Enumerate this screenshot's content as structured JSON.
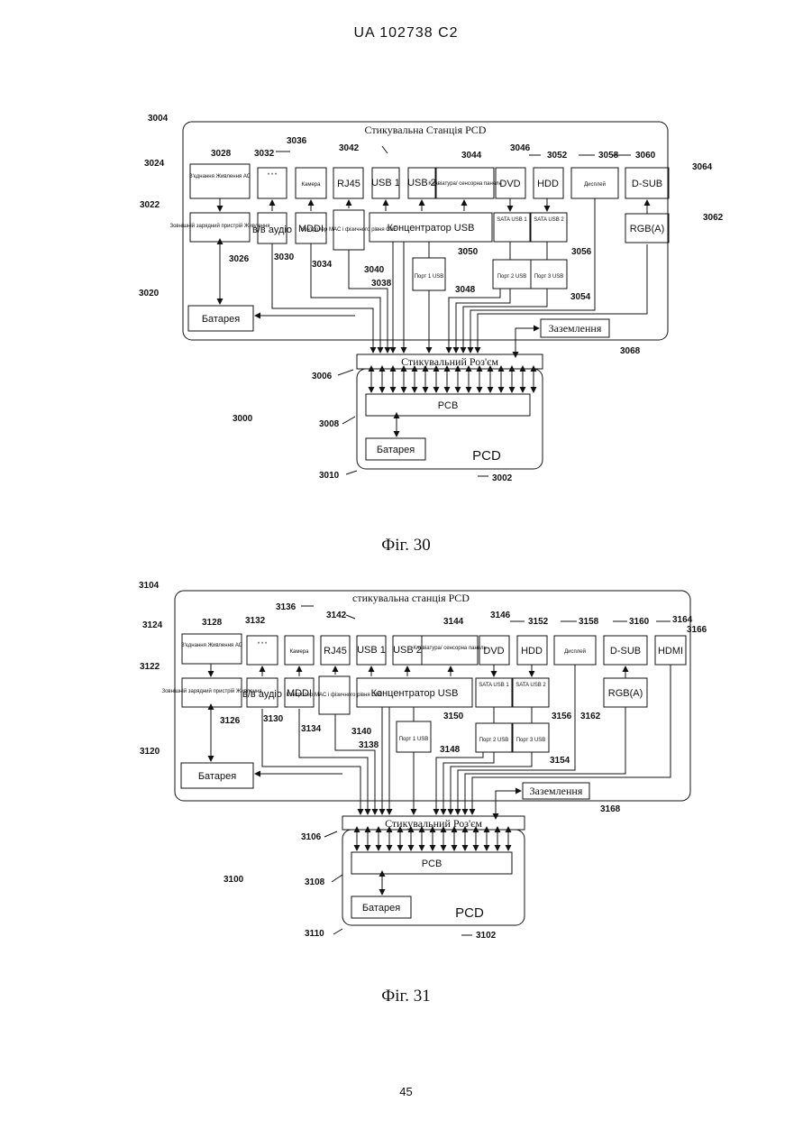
{
  "header": "UA   102738   C2",
  "page_number": "45",
  "figures": [
    {
      "caption": "Фіг. 30",
      "station_title": "Стикувальна Станція PCD",
      "labels": {
        "ac_power": "З'єднання Живлення АС",
        "battery_charge": "Зовнішній зарядний пристрій Живлення",
        "av_jack": "* * *",
        "av": "в/в аудіо",
        "camera": "Камера",
        "mddi": "MDDI",
        "rj45": "RJ45",
        "mac": "Контролер MAC і фізичного рівня GbE",
        "usb1": "USB 1",
        "usb2": "USB 2",
        "keyboard": "Клавіатура/ сенсорна панель",
        "dvd": "DVD",
        "hdd": "HDD",
        "display": "Дисплей",
        "dsub": "D-SUB",
        "rgb": "RGB(A)",
        "hub": "Концентратор USB",
        "sata1": "SATA USB 1",
        "sata2": "SATA USB 2",
        "port1": "Порт 1 USB",
        "port2": "Порт 2 USB",
        "port3": "Порт 3 USB",
        "battery": "Батарея",
        "ground": "Заземлення",
        "connector": "Стикувальний Роз'єм",
        "pcb": "PCB",
        "pcd_battery": "Батарея",
        "pcd": "PCD"
      },
      "refs": [
        "3004",
        "3024",
        "3022",
        "3020",
        "3028",
        "3032",
        "3036",
        "3042",
        "3044",
        "3046",
        "3052",
        "3058",
        "3060",
        "3064",
        "3062",
        "3026",
        "3030",
        "3034",
        "3040",
        "3038",
        "3050",
        "3056",
        "3048",
        "3054",
        "3068",
        "3006",
        "3000",
        "3008",
        "3010",
        "3002"
      ]
    },
    {
      "caption": "Фіг. 31",
      "station_title": "стикувальна станція PCD",
      "labels": {
        "ac_power": "З'єднання Живлення АС",
        "battery_charge": "Зовнішній зарядний пристрій Живлення",
        "av_jack": "* * *",
        "av": "в/в аудіо",
        "camera": "Камера",
        "mddi": "MDDI",
        "rj45": "RJ45",
        "mac": "Контролер MAC і фізичного рівня GbE",
        "usb1": "USB 1",
        "usb2": "USB 2",
        "keyboard": "Клавіатура/ сенсорна панель",
        "dvd": "DVD",
        "hdd": "HDD",
        "display": "Дисплей",
        "dsub": "D-SUB",
        "hdmi": "HDMI",
        "rgb": "RGB(A)",
        "hub": "Концентратор USB",
        "sata1": "SATA USB 1",
        "sata2": "SATA USB 2",
        "port1": "Порт 1 USB",
        "port2": "Порт 2 USB",
        "port3": "Порт 3 USB",
        "battery": "Батарея",
        "ground": "Заземлення",
        "connector": "Стикувальний Роз'єм",
        "pcb": "PCB",
        "pcd_battery": "Батарея",
        "pcd": "PCD"
      },
      "refs": [
        "3104",
        "3124",
        "3122",
        "3120",
        "3128",
        "3132",
        "3136",
        "3142",
        "3144",
        "3146",
        "3152",
        "3158",
        "3160",
        "3164",
        "3166",
        "3126",
        "3130",
        "3134",
        "3140",
        "3138",
        "3150",
        "3156",
        "3148",
        "3162",
        "3154",
        "3168",
        "3106",
        "3100",
        "3108",
        "3110",
        "3102"
      ]
    }
  ]
}
